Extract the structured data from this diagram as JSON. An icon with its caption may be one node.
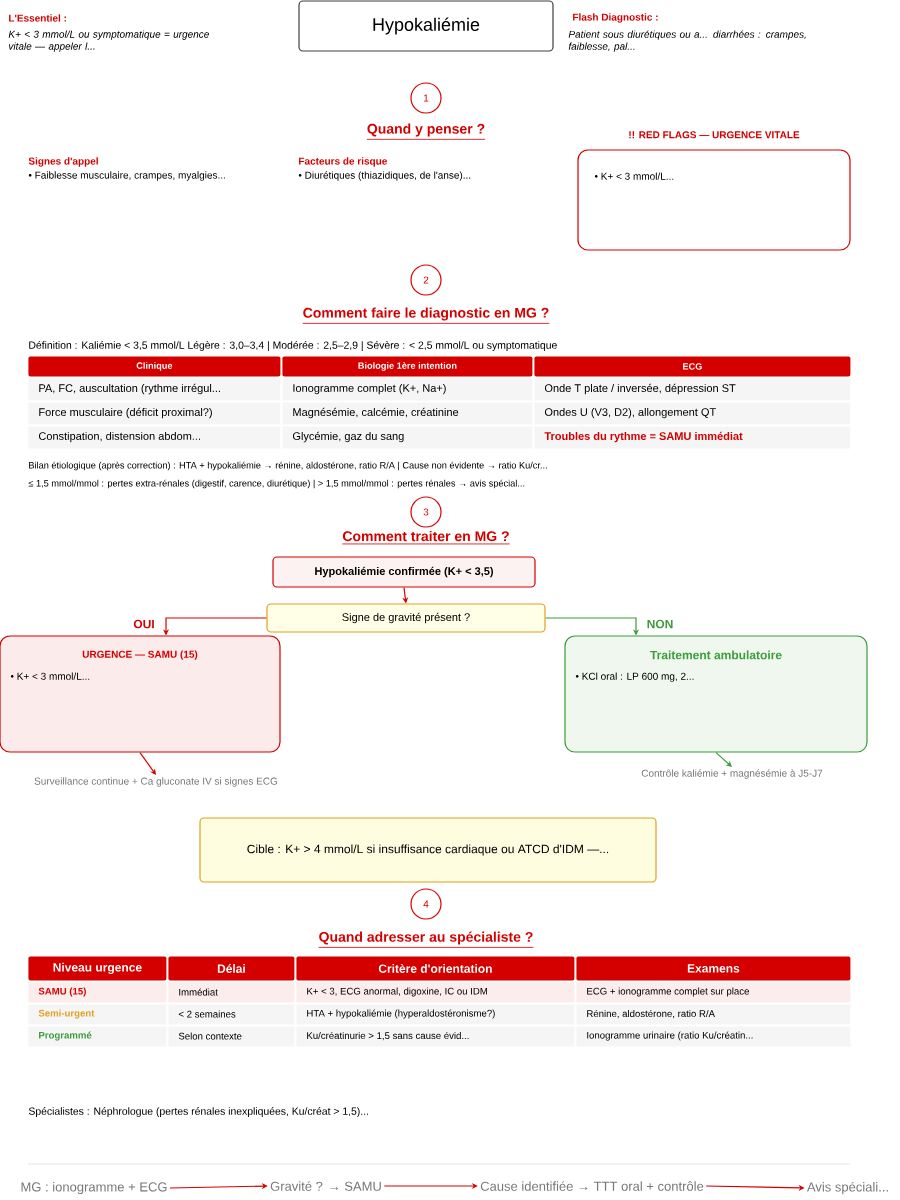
{
  "diagram": {
    "nodes": [
      {
        "text": [
          "Hypokaliémie"
        ]
      },
      {
        "text": [
          "1"
        ],
        "beside": [
          "Quand y penser ?"
        ]
      },
      {
        "text": [
          "!! RED FLAGS — URGENCE VITALE",
          "• K+ < 3 mmol/L..."
        ]
      },
      {
        "text": [
          "2"
        ],
        "beside": [
          "Comment faire le diagnostic en MG ?"
        ]
      },
      {
        "text": [
          "3"
        ],
        "beside": [
          "Comment traiter en MG ?"
        ]
      },
      {
        "text": [
          "Hypokaliémie confirmée (K+ < 3,5)"
        ]
      },
      {
        "text": [
          "Signe de gravité présent ?"
        ]
      },
      {
        "text": [
          "URGENCE — SAMU (15)",
          "• K+ < 3 mmol/L..."
        ]
      },
      {
        "text": [
          "Traitement ambulatoire",
          "• KCl oral : LP 600 mg, 2..."
        ]
      },
      {
        "text": [
          "Surveillance continue + Ca gluconate IV si signes ECG"
        ]
      },
      {
        "text": [
          "Contrôle kaliémie + magnésémie à J5-J7"
        ]
      },
      {
        "text": [
          "Cible : K+ > 4 mmol/L si insuffisance cardiaque ou ATCD d'IDM —..."
        ]
      },
      {
        "text": [
          "4"
        ],
        "beside": [
          "Quand adresser au spécialiste ?"
        ]
      },
      {
        "text": [
          "MG : ionogramme + ECG"
        ]
      },
      {
        "text": [
          "Gravité ? → SAMU"
        ]
      },
      {
        "text": [
          "Cause identifiée → TTT oral + contrôle"
        ]
      },
      {
        "text": [
          "Avis spéciali..."
        ]
      }
    ],
    "edges": [
      {
        "from": 5,
        "to": 6,
        "arrow": "to"
      },
      {
        "from": 6,
        "to": 7,
        "arrow": "to",
        "label": "OUI"
      },
      {
        "from": 6,
        "to": 8,
        "arrow": "to",
        "label": "NON",
        "color": "#3a9d3a"
      },
      {
        "from": 7,
        "to": 9,
        "arrow": "to"
      },
      {
        "from": 8,
        "to": 10,
        "arrow": "to",
        "color": "#3a9d3a"
      },
      {
        "from": 13,
        "to": 14,
        "arrow": "to"
      },
      {
        "from": 14,
        "to": 15,
        "arrow": "to"
      },
      {
        "from": 15,
        "to": 16,
        "arrow": "to"
      }
    ],
    "labels": [
      "L'Essentiel :",
      "K+ < 3 mmol/L ou symptomatique = urgence vitale — appeler l...",
      "Flash Diagnostic :",
      "Patient sous diurétiques ou a... diarrhées : crampes, faiblesse, pal...",
      "Signes d'appel",
      "• Faiblesse musculaire, crampes, myalgies...",
      "Facteurs de risque",
      "• Diurétiques (thiazidiques, de l'anse)...",
      "Définition : Kaliémie < 3,5 mmol/L Légère : 3,0–3,4 | Modérée : 2,5–2,9 | Sévère : < 2,5 mmol/L ou symptomatique",
      "Clinique",
      "Biologie 1ère intention",
      "ECG",
      "PA, FC, auscultation (rythme irrégul...",
      "Ionogramme complet (K+, Na+)",
      "Onde T plate / inversée, dépression ST",
      "Force musculaire (déficit proximal?)",
      "Magnésémie, calcémie, créatinine",
      "Ondes U (V3, D2), allongement QT",
      "Constipation, distension abdom...",
      "Glycémie, gaz du sang",
      "Troubles du rythme = SAMU immédiat",
      "Bilan étiologique (après correction) : HTA + hypokaliémie → rénine, aldostérone, ratio R/A | Cause non évidente → ratio Ku/cr...",
      "≤ 1,5 mmol/mmol : pertes extra-rénales (digestif, carence, diurétique) | > 1,5 mmol/mmol : pertes rénales → avis spécial...",
      "Niveau urgence",
      "Délai",
      "Critère d'orientation",
      "Examens",
      "SAMU (15)",
      "Immédiat",
      "K+ < 3, ECG anormal, digoxine, IC ou IDM",
      "ECG + ionogramme complet sur place",
      "Semi-urgent",
      "< 2 semaines",
      "HTA + hypokaliémie (hyperaldostéronisme?)",
      "Rénine, aldostérone, ratio R/A",
      "Programmé",
      "Selon contexte",
      "Ku/créatinurie > 1,5 sans cause évid...",
      "Ionogramme urinaire (ratio Ku/créatin...",
      "Spécialistes : Néphrologue (pertes rénales inexpliquées, Ku/créat > 1,5)..."
    ]
  }
}
